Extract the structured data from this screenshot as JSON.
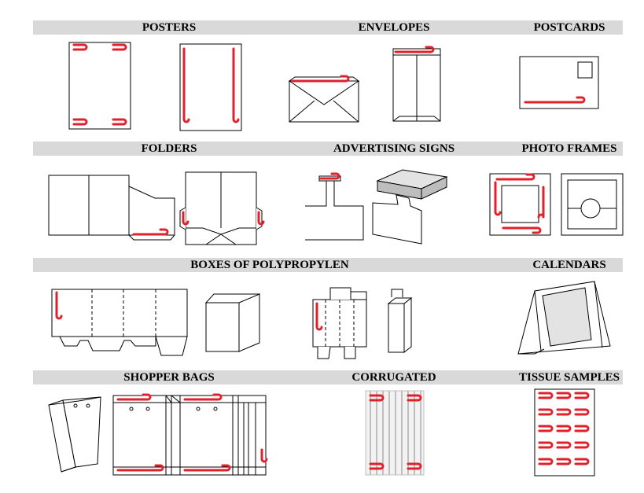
{
  "sections": [
    {
      "id": "posters",
      "label": "POSTERS"
    },
    {
      "id": "envelopes",
      "label": "ENVELOPES"
    },
    {
      "id": "postcards",
      "label": "POSTCARDS"
    },
    {
      "id": "folders",
      "label": "FOLDERS"
    },
    {
      "id": "advertising-signs",
      "label": "ADVERTISING SIGNS"
    },
    {
      "id": "photo-frames",
      "label": "PHOTO FRAMES"
    },
    {
      "id": "boxes",
      "label": "BOXES OF POLYPROPYLEN"
    },
    {
      "id": "calendars",
      "label": "CALENDARS"
    },
    {
      "id": "shopper-bags",
      "label": "SHOPPER BAGS"
    },
    {
      "id": "corrugated",
      "label": "CORRUGATED"
    },
    {
      "id": "tissue-samples",
      "label": "TISSUE SAMPLES"
    }
  ],
  "colors": {
    "tape": "#e0202a",
    "band": "#d9d9d9",
    "gray_fill": "#e3e3e3"
  },
  "icons": [
    "adhesive-strip-icon"
  ]
}
